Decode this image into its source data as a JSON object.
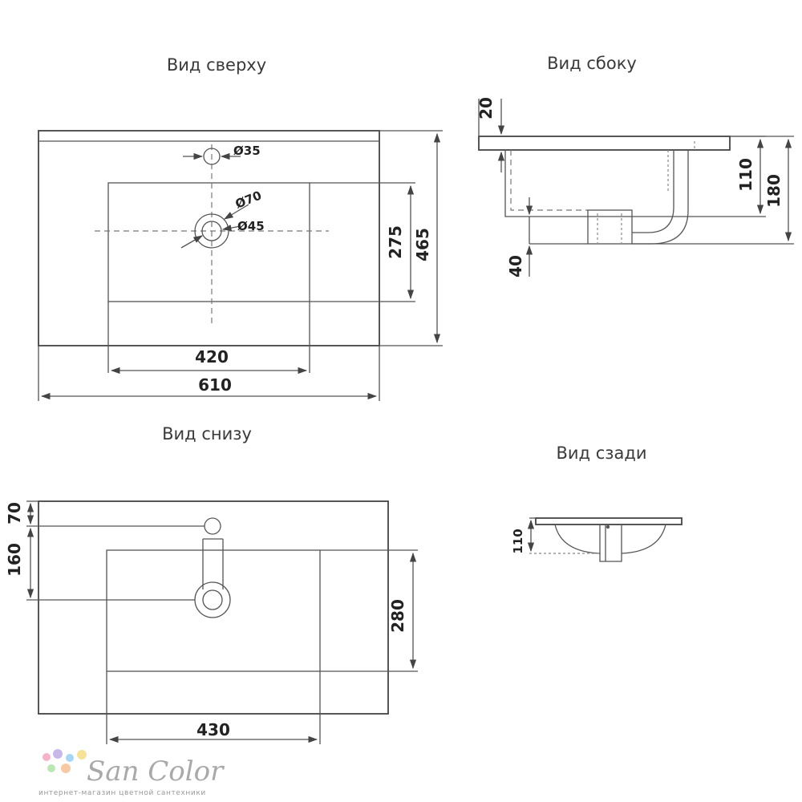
{
  "views": {
    "top": {
      "title": "Вид сверху",
      "dim_hole_small": "Ø35",
      "dim_drain_outer": "Ø70",
      "dim_drain_inner": "Ø45",
      "dim_bowl_depth": "275",
      "dim_total_depth": "465",
      "dim_bowl_width": "420",
      "dim_total_width": "610"
    },
    "side": {
      "title": "Вид сбоку",
      "dim_rim": "20",
      "dim_bowl_height": "110",
      "dim_total_height": "180",
      "dim_drain_offset": "40"
    },
    "bottom": {
      "title": "Вид снизу",
      "dim_hole_offset": "70",
      "dim_drain_offset": "160",
      "dim_bowl_depth": "280",
      "dim_bowl_width": "430"
    },
    "back": {
      "title": "Вид сзади",
      "dim_height": "110"
    }
  },
  "brand": {
    "name": "San Color",
    "tagline": "интернет-магазин цветной сантехники",
    "dot_colors": [
      "#f3b3c8",
      "#c9b7ea",
      "#a9d5f5",
      "#f6e39a",
      "#b9e6b3",
      "#f7c9a4"
    ]
  }
}
